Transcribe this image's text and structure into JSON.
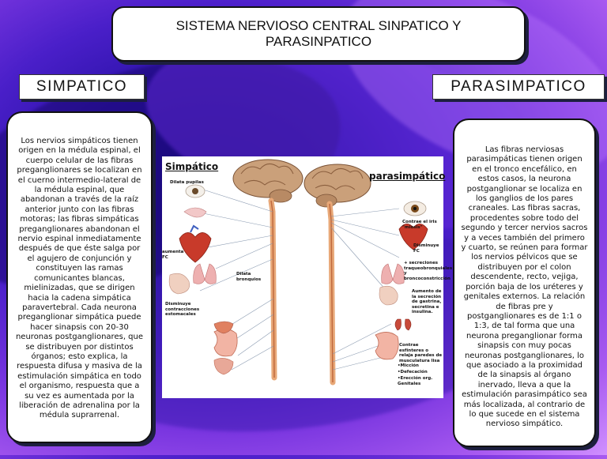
{
  "title": "SISTEMA NERVIOSO CENTRAL SINPATICO Y PARASINPATICO",
  "left_label": "SIMPATICO",
  "right_label": "PARASIMPATICO",
  "left_text": "Los nervios simpáticos tienen origen en la médula espinal, el cuerpo celular de las fibras preganglionares se localizan en el cuerno intermedio-lateral de la médula espinal, que abandonan a través de la raíz anterior junto con las fibras motoras; las fibras simpáticas preganglionares abandonan el nervio espinal inmediatamente después de que éste salga por el agujero de conjunción y constituyen las ramas comunicantes blancas, mielinizadas, que se dirigen hacia la cadena simpática paravertebral. Cada neurona preganglionar simpática puede hacer sinapsis con 20-30 neuronas postganglionares, que se distribuyen por distintos órganos; esto explica, la respuesta difusa y masiva de la estimulación simpática en todo el organismo, respuesta que a su vez es aumentada por la liberación de adrenalina por la médula suprarrenal.",
  "right_text": "Las fibras nerviosas parasimpáticas tienen origen en el tronco encefálico, en estos casos, la neurona postganglionar se localiza en los ganglios de los pares craneales. Las fibras sacras, procedentes sobre todo del segundo y tercer nervios sacros y a veces también del primero y cuarto, se reúnen para formar los nervios pélvicos que se distribuyen por el colon descendente, recto, vejiga, porción baja de los uréteres y genitales externos. La relación de fibras pre y postganglionares es de 1:1 o 1:3, de tal forma que una neurona preganglionar forma sinapsis con muy pocas neuronas postganglionares, lo que asociado a la proximidad de la sinapsis al órgano inervado, lleva a que la estimulación parasimpático sea más localizada, al contrario de lo que sucede en el sistema nervioso simpático.",
  "diagram": {
    "heading_left": "Simpático",
    "heading_right": "parasimpático",
    "labels_left": {
      "pupils": "Dilata pupilas",
      "heart": "aumenta FC",
      "bronchi": "Dilata bronquios",
      "stomach": "Disminuye contracciones estomacales"
    },
    "labels_right": {
      "eye": "Contrae el iris \"miosis\"",
      "heart": "Disminuye FC",
      "secretions": "+ secreciones traqueobronquiales y broncoconstricción",
      "gastric": "Aumento de la secreción de gastrina, secretina e insulina.",
      "sphincters": "Contrae esfínteres o relaja paredes de musculatura lisa",
      "miccion": "•Micción",
      "defecacion": "•Defecación",
      "ereccion": "•Erección org. Genitales"
    }
  }
}
